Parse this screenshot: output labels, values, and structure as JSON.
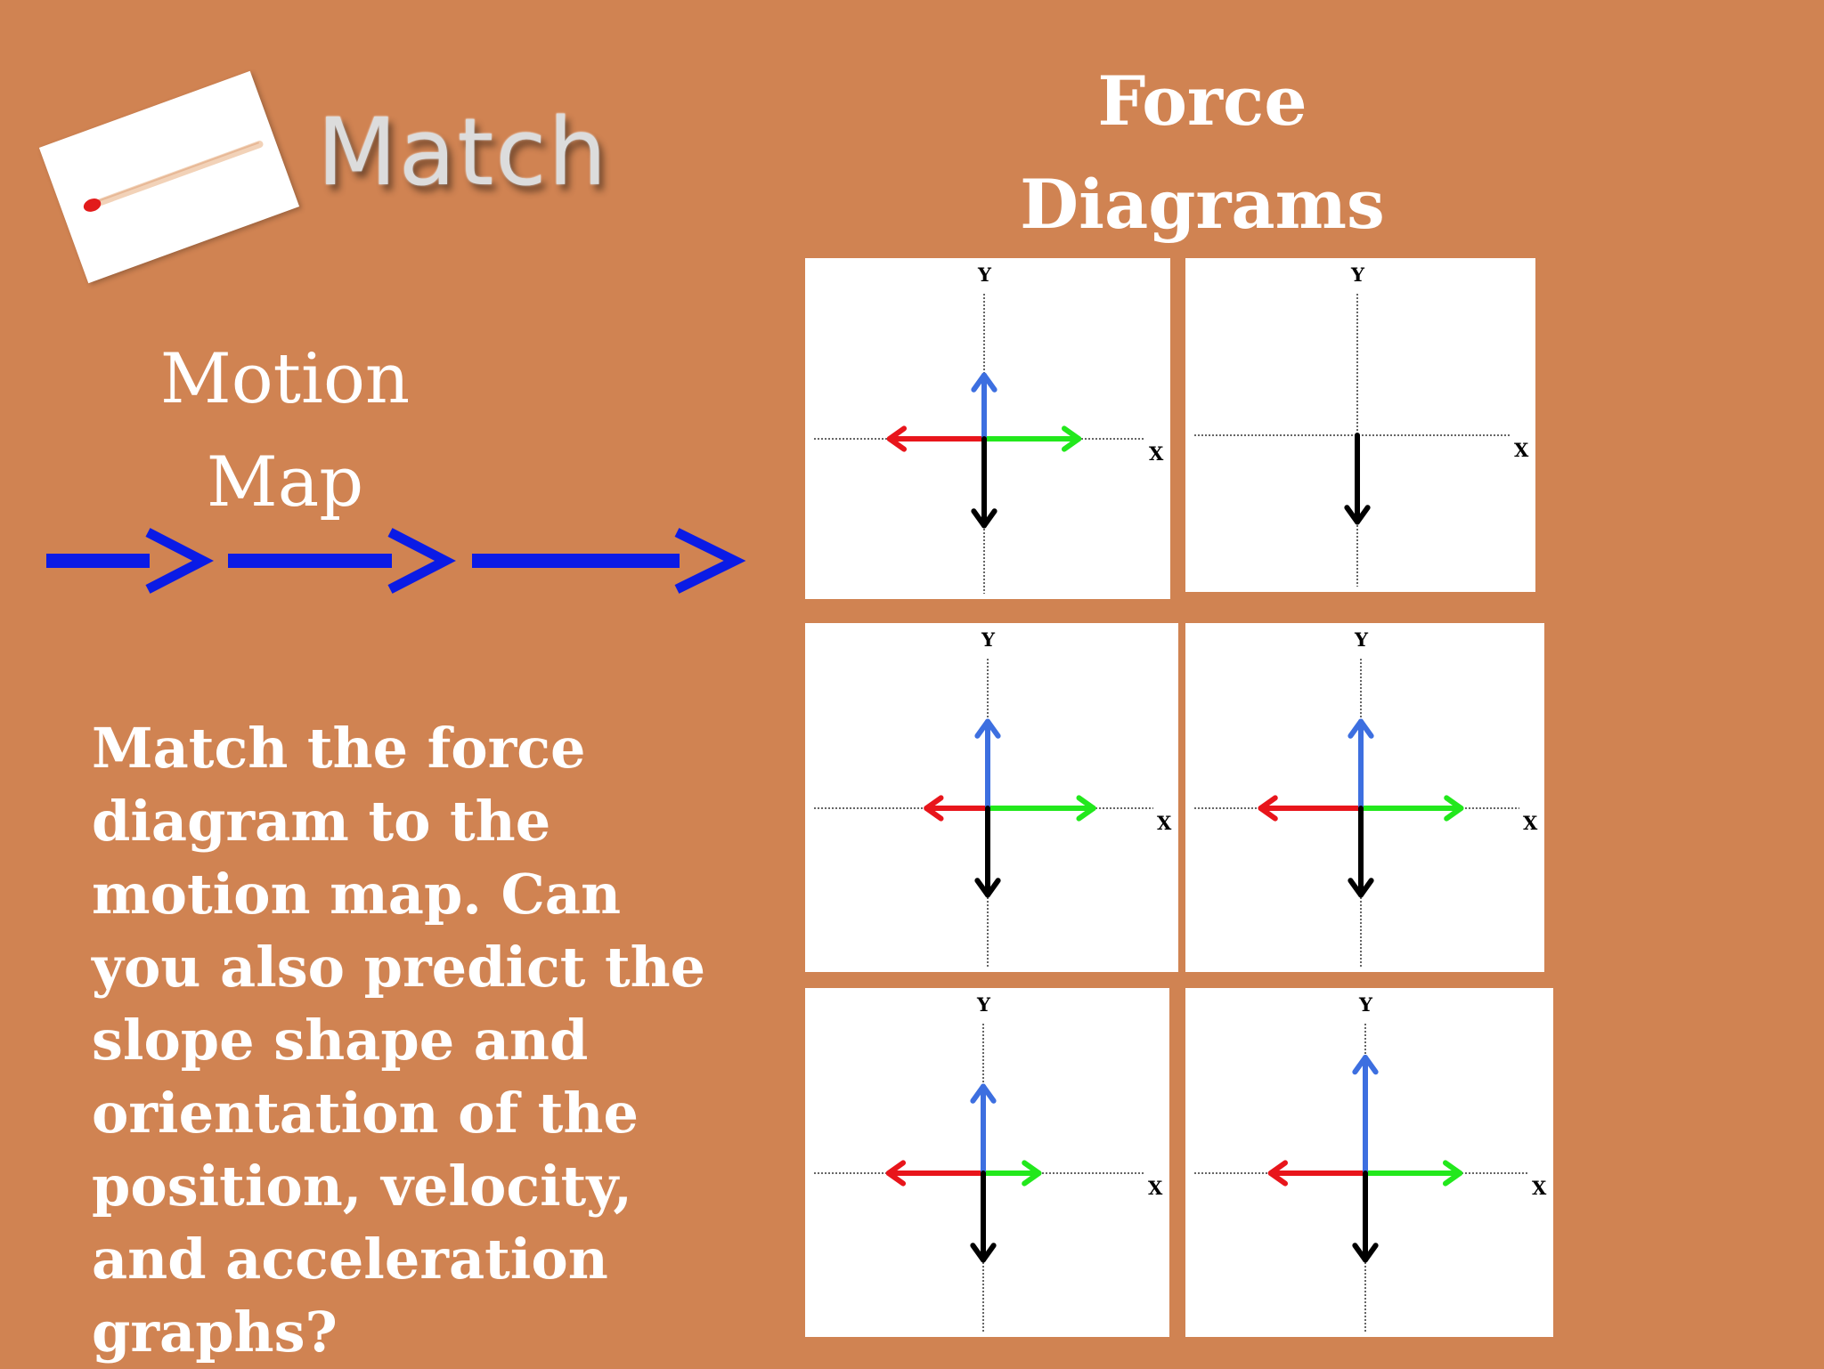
{
  "header": {
    "match_title": "Match",
    "force_title_line1": "Force",
    "force_title_line2": "Diagrams"
  },
  "motion_map": {
    "title_line1": "Motion",
    "title_line2": "Map",
    "vectors": [
      "short",
      "medium",
      "long"
    ],
    "color": "#0a1be6"
  },
  "prompt": {
    "text": "Match the force diagram to the motion map.  Can you also predict the slope shape and orientation of the position, velocity, and acceleration graphs?"
  },
  "colors": {
    "up_force": "#3d6fe0",
    "left_force": "#e8151b",
    "right_force": "#22e81c",
    "down_force": "#000000",
    "match_head": "#e21b1b",
    "match_stick": "#f2d2b8"
  },
  "diagrams": [
    {
      "y_label": "Y",
      "x_label": "X",
      "forces": {
        "up": 0.55,
        "down": 0.75,
        "left": 0.85,
        "right": 0.85
      }
    },
    {
      "y_label": "Y",
      "x_label": "X",
      "forces": {
        "up": 0,
        "down": 0.75,
        "left": 0,
        "right": 0
      }
    },
    {
      "y_label": "Y",
      "x_label": "X",
      "forces": {
        "up": 0.75,
        "down": 0.75,
        "left": 0.55,
        "right": 0.95
      }
    },
    {
      "y_label": "Y",
      "x_label": "X",
      "forces": {
        "up": 0.75,
        "down": 0.75,
        "left": 0.9,
        "right": 0.9
      }
    },
    {
      "y_label": "Y",
      "x_label": "X",
      "forces": {
        "up": 0.75,
        "down": 0.75,
        "left": 0.85,
        "right": 0.5
      }
    },
    {
      "y_label": "Y",
      "x_label": "X",
      "forces": {
        "up": 1.0,
        "down": 0.75,
        "left": 0.85,
        "right": 0.85
      }
    }
  ]
}
